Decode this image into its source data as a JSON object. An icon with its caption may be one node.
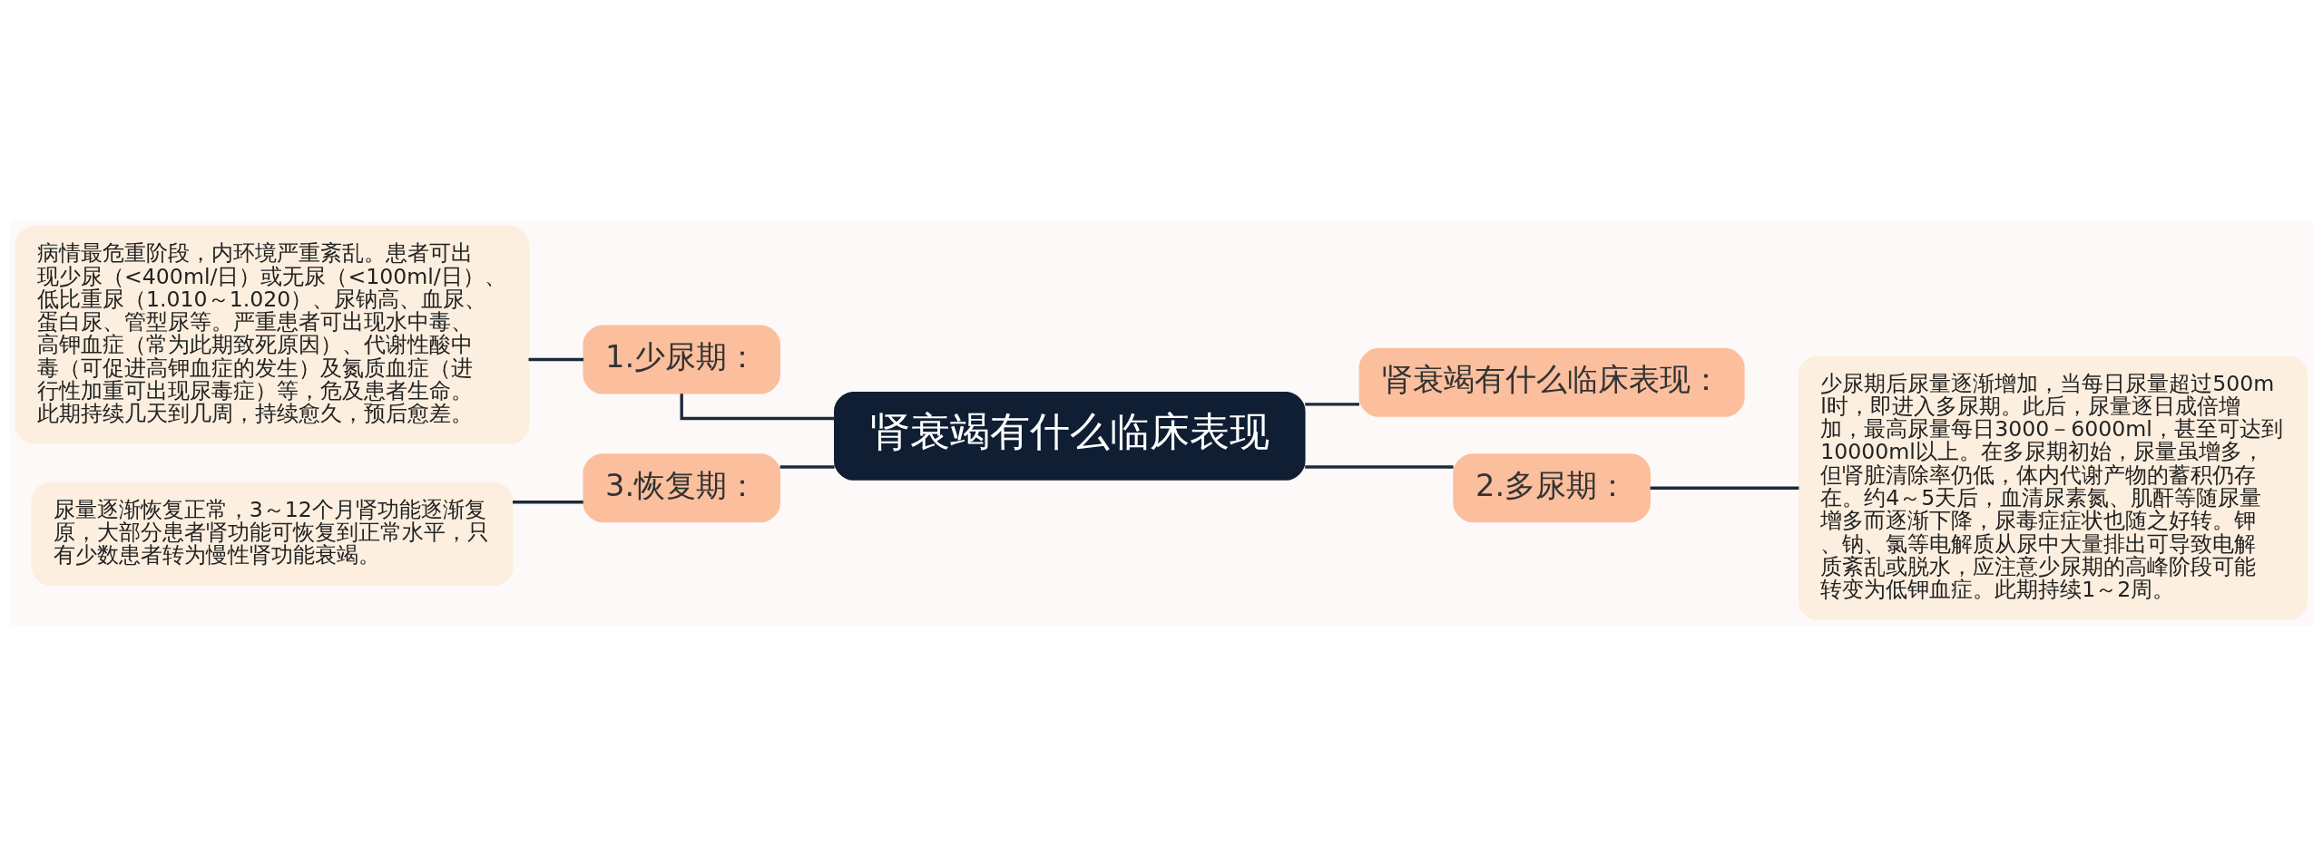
{
  "diagram": {
    "nodes": [
      {
        "text": [
          "肾衰竭有什么临床表现"
        ]
      },
      {
        "text": [
          "1.少尿期："
        ]
      },
      {
        "text": [
          "病情最危重阶段，内环境严重紊乱。患者可出现少尿（<400ml/日）或无尿（<100ml/日）、低比重尿（1.010～1.020）、尿钠高、血尿、蛋白尿、管型尿等。严重患者可出现水中毒、高钾血症（常为此期致死原因）、代谢性酸中毒（可促进高钾血症的发生）及氮质血症（进行性加重可出现尿毒症）等，危及患者生命。此期持续几天到几周，持续愈久，预后愈差。"
        ]
      },
      {
        "text": [
          "3.恢复期："
        ]
      },
      {
        "text": [
          "尿量逐渐恢复正常，3～12个月肾功能逐渐复原，大部分患者肾功能可恢复到正常水平，只有少数患者转为慢性肾功能衰竭。"
        ]
      },
      {
        "text": [
          "肾衰竭有什么临床表现："
        ]
      },
      {
        "text": [
          "2.多尿期："
        ]
      },
      {
        "text": [
          "少尿期后尿量逐渐增加，当每日尿量超过500ml时，即进入多尿期。此后，尿量逐日成倍增加，最高尿量每日3000－6000ml，甚至可达到10000ml以上。在多尿期初始，尿量虽增多，但肾脏清除率仍低，体内代谢产物的蓄积仍存在。约4～5天后，血清尿素氮、肌酐等随尿量增多而逐渐下降，尿毒症症状也随之好转。钾、钠、氯等电解质从尿中大量排出可导致电解质紊乱或脱水，应注意少尿期的高峰阶段可能转变为低钾血症。此期持续1～2周。"
        ]
      }
    ],
    "edges": [
      {
        "from": 0,
        "to": 1,
        "arrow": "none"
      },
      {
        "from": 1,
        "to": 2,
        "arrow": "none"
      },
      {
        "from": 0,
        "to": 3,
        "arrow": "none"
      },
      {
        "from": 3,
        "to": 4,
        "arrow": "none"
      },
      {
        "from": 0,
        "to": 5,
        "arrow": "none"
      },
      {
        "from": 0,
        "to": 6,
        "arrow": "none"
      },
      {
        "from": 6,
        "to": 7,
        "arrow": "none"
      }
    ]
  }
}
